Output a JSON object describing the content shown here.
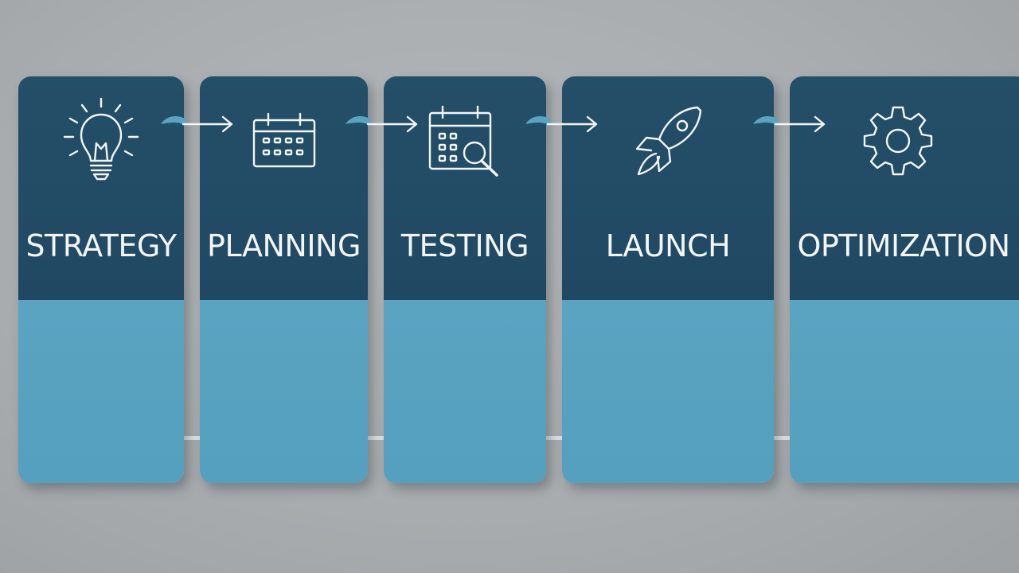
{
  "stages": [
    {
      "label": "STRATEGY",
      "icon": "lightbulb-icon"
    },
    {
      "label": "PLANNING",
      "icon": "calendar-icon"
    },
    {
      "label": "TESTING",
      "icon": "calendar-search-icon"
    },
    {
      "label": "LAUNCH",
      "icon": "rocket-icon"
    },
    {
      "label": "OPTIMIZATION",
      "icon": "gear-icon"
    }
  ],
  "colors": {
    "card_top": "#244f69",
    "card_bottom": "#5aa3c1",
    "background": "#aeb2b5",
    "text": "#f2f6f8"
  }
}
